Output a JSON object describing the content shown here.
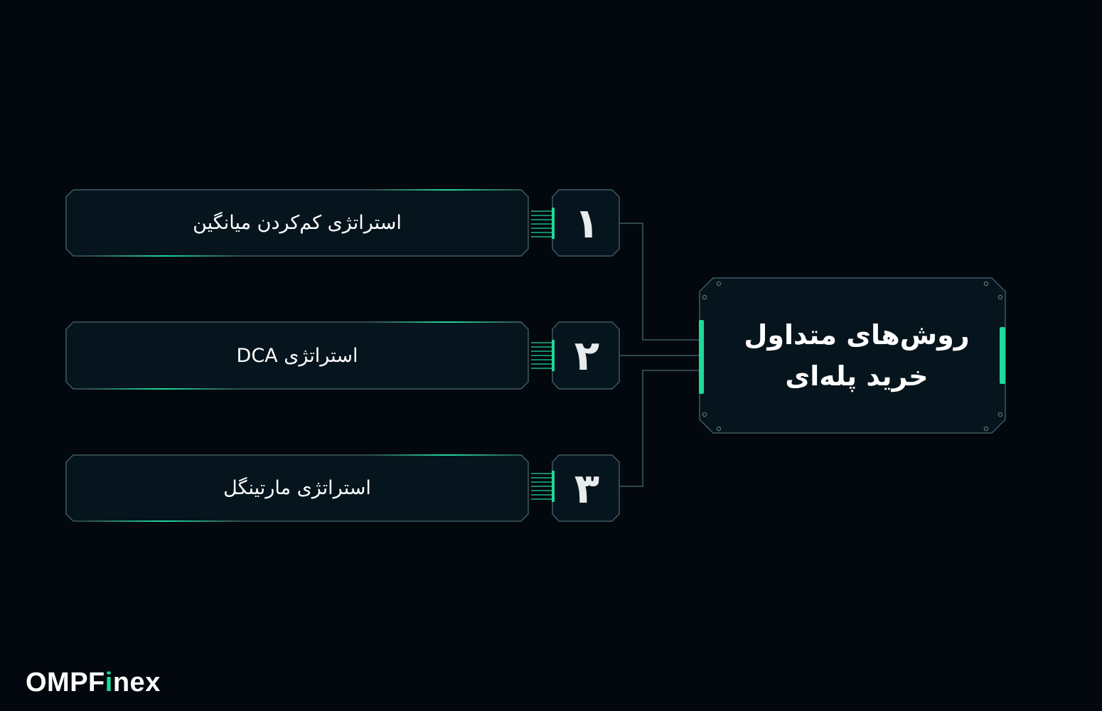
{
  "diagram": {
    "title_lines": [
      "روش‌های متداول",
      "خرید پله‌ای"
    ],
    "items": [
      {
        "number": "۱",
        "label": "استراتژی کم‌کردن میانگین"
      },
      {
        "number": "۲",
        "label": "استراتژی DCA"
      },
      {
        "number": "۳",
        "label": "استراتژی مارتینگل"
      }
    ]
  },
  "brand": {
    "prefix": "OMPF",
    "accent": "i",
    "suffix": "nex"
  },
  "colors": {
    "background": "#03080e",
    "panel": "#06151d",
    "border": "#3d5a61",
    "accent": "#1fd99a"
  }
}
